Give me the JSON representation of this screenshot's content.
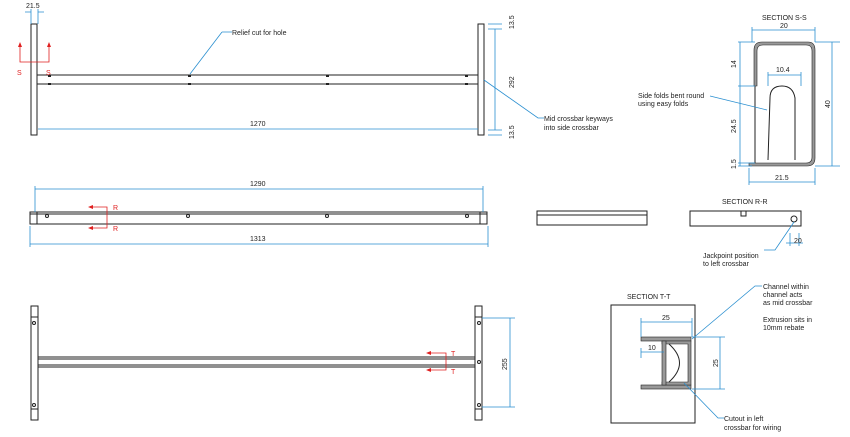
{
  "top_view": {
    "dim_width": "21.5",
    "dim_top": "13.5",
    "dim_height": "292",
    "dim_bottom": "13.5",
    "dim_length": "1270",
    "section_label": "S",
    "note_relief": "Relief cut for hole",
    "note_keyways_1": "Mid crossbar keyways",
    "note_keyways_2": "into side crossbar"
  },
  "section_ss": {
    "title": "SECTION S-S",
    "dim_top": "20",
    "dim_upper": "14",
    "dim_inner": "10.4",
    "dim_mid": "24.5",
    "dim_base": "1.5",
    "dim_bottom": "21.5",
    "dim_height": "40",
    "note_1": "Side folds bent round",
    "note_2": "using easy folds"
  },
  "middle_view": {
    "dim_inner": "1290",
    "dim_outer": "1313",
    "section_label": "R"
  },
  "section_rr": {
    "title": "SECTION R-R",
    "dim": "20",
    "note_1": "Jackpoint position",
    "note_2": "to left crossbar"
  },
  "bottom_view": {
    "dim_height": "255",
    "section_label": "T"
  },
  "section_tt": {
    "title": "SECTION T-T",
    "dim_width": "25",
    "dim_rebate": "10",
    "dim_height": "25",
    "note_channel_1": "Channel within",
    "note_channel_2": "channel acts",
    "note_channel_3": "as mid crossbar",
    "note_extrusion_1": "Extrusion sits in",
    "note_extrusion_2": "10mm rebate",
    "note_cutout_1": "Cutout in left",
    "note_cutout_2": "crossbar for wiring"
  }
}
